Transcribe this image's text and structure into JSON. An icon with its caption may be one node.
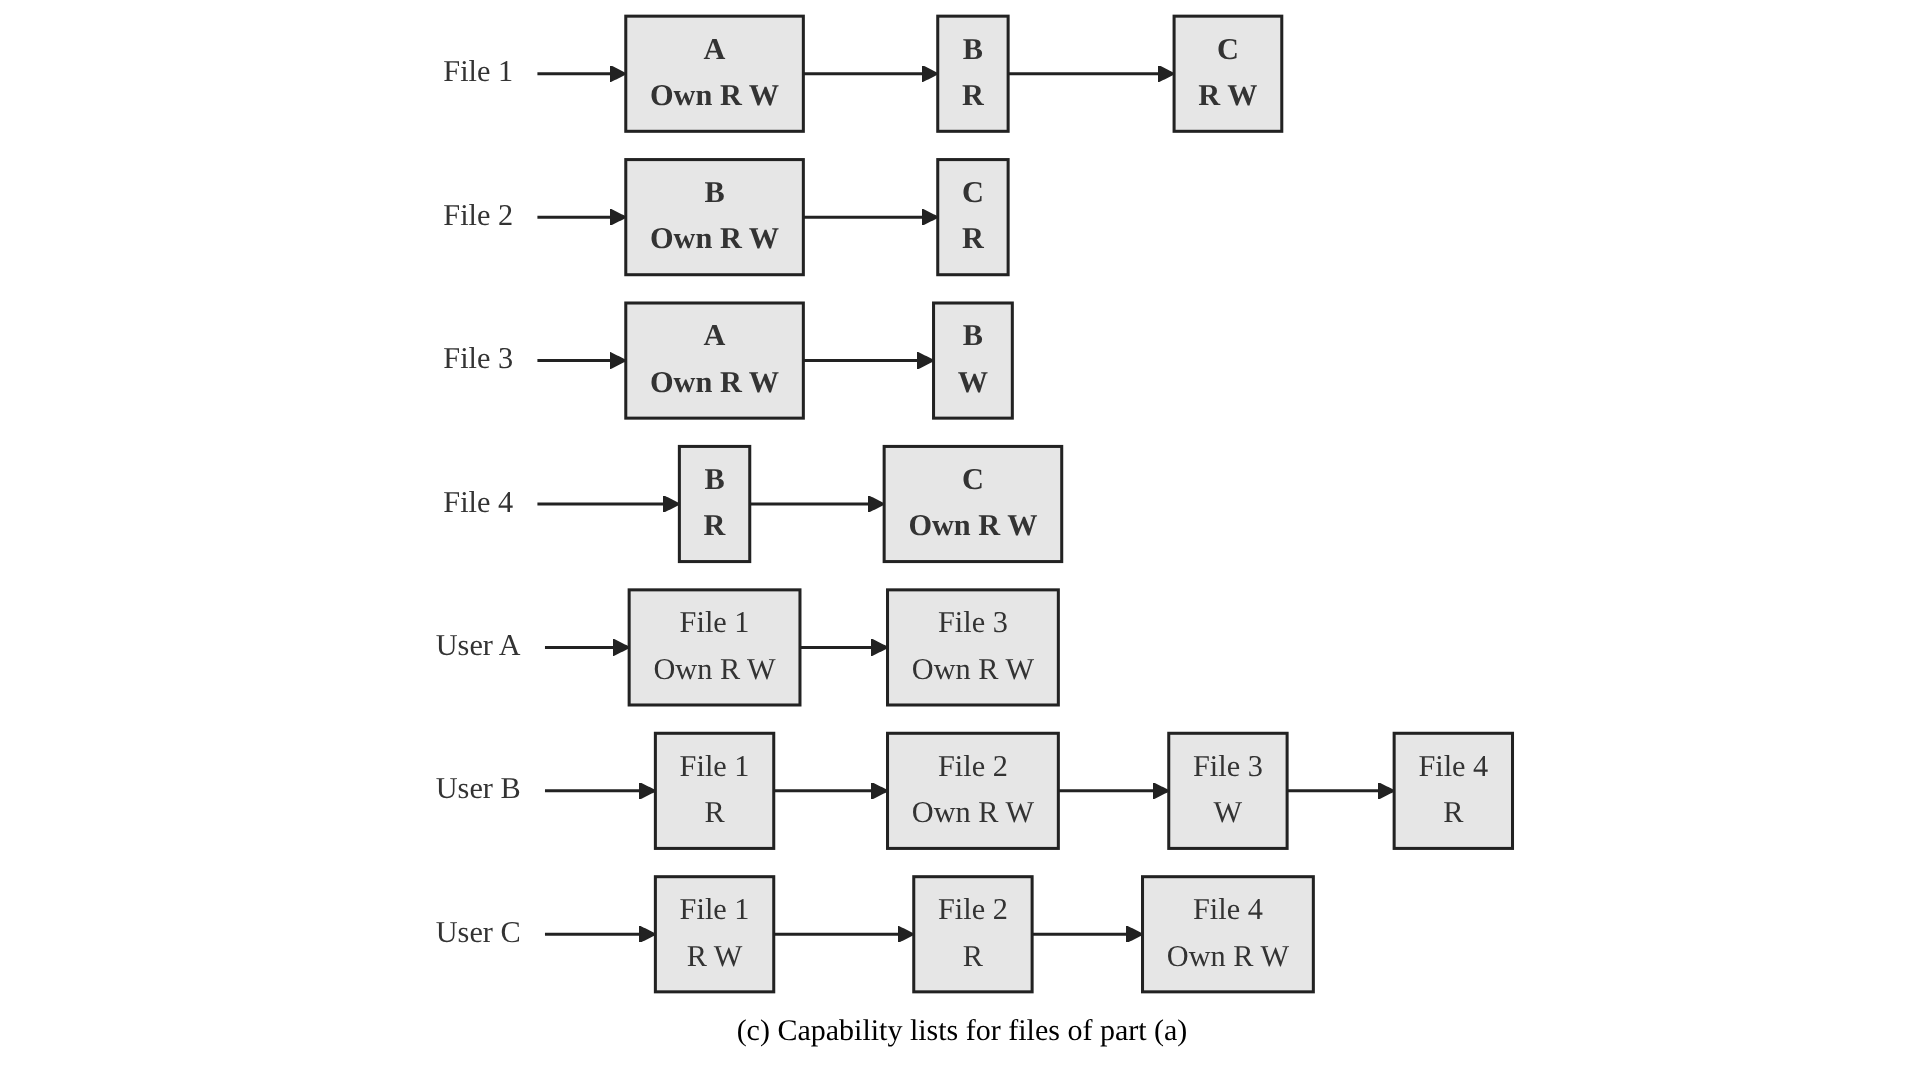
{
  "diagram": {
    "caption": "(c) Capability lists for files of part (a)",
    "nodes": [
      {
        "text": [
          "File 1"
        ]
      },
      {
        "text": [
          "A",
          "Own R W"
        ]
      },
      {
        "text": [
          "B",
          "R"
        ]
      },
      {
        "text": [
          "C",
          "R W"
        ]
      },
      {
        "text": [
          "File 2"
        ]
      },
      {
        "text": [
          "B",
          "Own R W"
        ]
      },
      {
        "text": [
          "C",
          "R"
        ]
      },
      {
        "text": [
          "File 3"
        ]
      },
      {
        "text": [
          "A",
          "Own R W"
        ]
      },
      {
        "text": [
          "B",
          "W"
        ]
      },
      {
        "text": [
          "File 4"
        ]
      },
      {
        "text": [
          "B",
          "R"
        ]
      },
      {
        "text": [
          "C",
          "Own R W"
        ]
      },
      {
        "text": [
          "User A"
        ]
      },
      {
        "text": [
          "File 1",
          "Own R W"
        ]
      },
      {
        "text": [
          "File 3",
          "Own R W"
        ]
      },
      {
        "text": [
          "User B"
        ]
      },
      {
        "text": [
          "File 1",
          "R"
        ]
      },
      {
        "text": [
          "File 2",
          "Own R W"
        ]
      },
      {
        "text": [
          "File 3",
          "W"
        ]
      },
      {
        "text": [
          "File 4",
          "R"
        ]
      },
      {
        "text": [
          "User C"
        ]
      },
      {
        "text": [
          "File 1",
          "R W"
        ]
      },
      {
        "text": [
          "File 2",
          "R"
        ]
      },
      {
        "text": [
          "File 4",
          "Own R W"
        ]
      }
    ],
    "edges": [
      {
        "from": 0,
        "to": 1,
        "arrow": "to"
      },
      {
        "from": 1,
        "to": 2,
        "arrow": "to"
      },
      {
        "from": 2,
        "to": 3,
        "arrow": "to"
      },
      {
        "from": 4,
        "to": 5,
        "arrow": "to"
      },
      {
        "from": 5,
        "to": 6,
        "arrow": "to"
      },
      {
        "from": 7,
        "to": 8,
        "arrow": "to"
      },
      {
        "from": 8,
        "to": 9,
        "arrow": "to"
      },
      {
        "from": 10,
        "to": 11,
        "arrow": "to"
      },
      {
        "from": 11,
        "to": 12,
        "arrow": "to"
      },
      {
        "from": 13,
        "to": 14,
        "arrow": "to"
      },
      {
        "from": 14,
        "to": 15,
        "arrow": "to"
      },
      {
        "from": 16,
        "to": 17,
        "arrow": "to"
      },
      {
        "from": 17,
        "to": 18,
        "arrow": "to"
      },
      {
        "from": 18,
        "to": 19,
        "arrow": "to"
      },
      {
        "from": 19,
        "to": 20,
        "arrow": "to"
      },
      {
        "from": 21,
        "to": 22,
        "arrow": "to"
      },
      {
        "from": 22,
        "to": 23,
        "arrow": "to"
      },
      {
        "from": 23,
        "to": 24,
        "arrow": "to"
      }
    ]
  }
}
